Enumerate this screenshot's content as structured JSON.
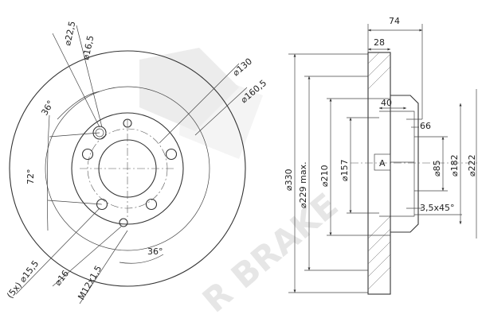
{
  "front_view": {
    "dims": {
      "d16_5": "⌀16,5",
      "d22_5": "⌀22,5",
      "d130": "⌀130",
      "d160_5": "⌀160,5",
      "a36_top": "36°",
      "a72": "72°",
      "a36_bottom": "36°",
      "hole_5x": "(5x) ⌀15,5",
      "d16": "⌀16",
      "thread": "M12x1,5"
    }
  },
  "side_view": {
    "dims": {
      "w74": "74",
      "w28": "28",
      "w40": "40",
      "w66": "66",
      "d330": "⌀330",
      "d229": "⌀229 max.",
      "d210": "⌀210",
      "d157": "⌀157",
      "d85": "⌀85",
      "d182": "⌀182",
      "d222": "⌀222",
      "chamfer": "3,5x45°",
      "datum": "A"
    }
  },
  "watermark": {
    "brand": "R BRAKE",
    "letter": "R"
  }
}
